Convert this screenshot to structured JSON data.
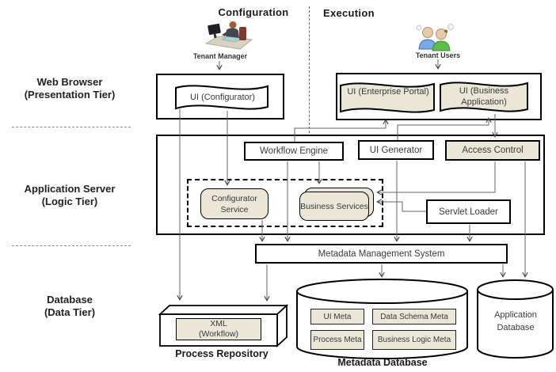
{
  "header": {
    "configuration": "Configuration",
    "execution": "Execution"
  },
  "actors": {
    "tenant_manager": "Tenant Manager",
    "tenant_users": "Tenant Users"
  },
  "tiers": {
    "presentation": {
      "line1": "Web Browser",
      "line2": "(Presentation Tier)"
    },
    "logic": {
      "line1": "Application Server",
      "line2": "(Logic Tier)"
    },
    "data": {
      "line1": "Database",
      "line2": "(Data Tier)"
    }
  },
  "presentation": {
    "ui_configurator": "UI (Configurator)",
    "ui_enterprise_portal": "UI (Enterprise Portal)",
    "ui_business_application": "UI (Business Application)"
  },
  "logic": {
    "workflow_engine": "Workflow Engine",
    "ui_generator": "UI Generator",
    "access_control": "Access Control",
    "configurator_service": "Configurator Service",
    "business_services": "Business Services",
    "servlet_loader": "Servlet Loader"
  },
  "data_tier": {
    "metadata_management_system": "Metadata Management System",
    "process_repository": {
      "content": "XML (Workflow)",
      "label": "Process Repository"
    },
    "metadata_database": {
      "label": "Metadata Database",
      "items": [
        "UI Meta",
        "Data Schema Meta",
        "Process Meta",
        "Business Logic Meta"
      ]
    },
    "application_database": "Application Database"
  },
  "colors": {
    "node_fill": "#eae7d8",
    "border": "#000000",
    "connector": "#666666"
  }
}
